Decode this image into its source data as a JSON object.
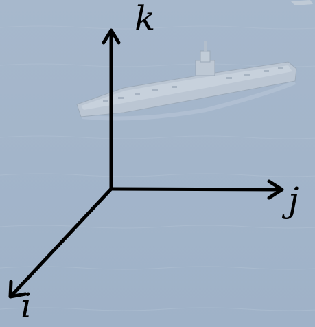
{
  "diagram": {
    "axes": [
      {
        "id": "k",
        "label": "k"
      },
      {
        "id": "j",
        "label": "j"
      },
      {
        "id": "i",
        "label": "i"
      }
    ]
  },
  "colors": {
    "axis": "#000000",
    "sea": "#a9bbcf",
    "ship_hull": "#c9d2dc"
  },
  "background": {
    "subject": "aircraft-carrier-at-sea",
    "faded": true
  }
}
